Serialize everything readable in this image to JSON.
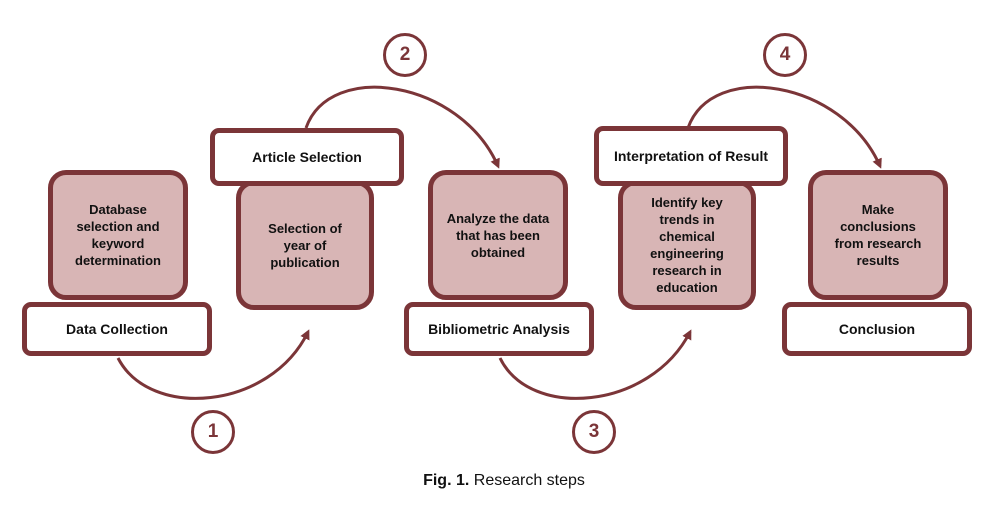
{
  "colors": {
    "accent": "#7b3538",
    "card_fill": "#d8b5b5"
  },
  "steps": [
    {
      "number": "1",
      "label": "Data Collection",
      "detail": "Database selection and keyword determination"
    },
    {
      "number": "2",
      "label": "Article Selection",
      "detail": "Selection of year of publication"
    },
    {
      "number": "3",
      "label": "Bibliometric Analysis",
      "detail": "Analyze the data that has been obtained"
    },
    {
      "number": "4",
      "label": "Interpretation of Result",
      "detail": "Identify key trends in chemical engineering research in education"
    },
    {
      "label": "Conclusion",
      "detail": "Make conclusions from research results"
    }
  ],
  "caption": {
    "prefix": "Fig. 1.",
    "text": " Research steps"
  }
}
